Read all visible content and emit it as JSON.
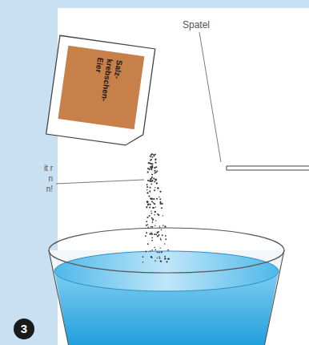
{
  "diagram": {
    "labels": [
      "Spatel",
      "Salz- krebschen- Eier",
      "it r n n!",
      "3"
    ]
  }
}
